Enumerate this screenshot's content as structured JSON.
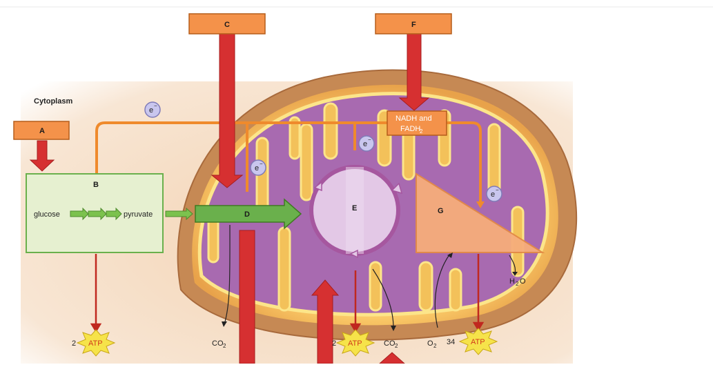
{
  "labels": {
    "a": "A",
    "b": "B",
    "c": "C",
    "d": "D",
    "e": "E",
    "f": "F",
    "g": "G"
  },
  "text": {
    "cytoplasm": "Cytoplasm",
    "glucose": "glucose",
    "pyruvate": "pyruvate",
    "nadh_line1": "NADH and",
    "nadh_line2_main": "FADH",
    "nadh_line2_sub": "2",
    "electron": "e",
    "electron_sup": "−",
    "atp": "ATP",
    "atp_glycolysis_count": "2",
    "atp_krebs_count": "2",
    "atp_etc_count": "34",
    "co2_main": "CO",
    "co2_sub": "2",
    "o2_main": "O",
    "o2_sub": "2",
    "h2o_main": "H",
    "h2o_sub": "2",
    "h2o_end": "O"
  },
  "colors": {
    "label_box": "#f4924a",
    "red_arrow": "#d63031",
    "green": "#6ab04c",
    "cytoplasm_bg": "#f5dcc3",
    "mito_outer": "#c98b5b",
    "matrix": "#a86ab0",
    "cristae_edge": "#f7d86a",
    "glycolysis_box": "#e6f0d0",
    "krebs_circle": "#e3c8e6",
    "etc_triangle": "#f6ad7b",
    "electron_fill": "#c9c6ee"
  }
}
